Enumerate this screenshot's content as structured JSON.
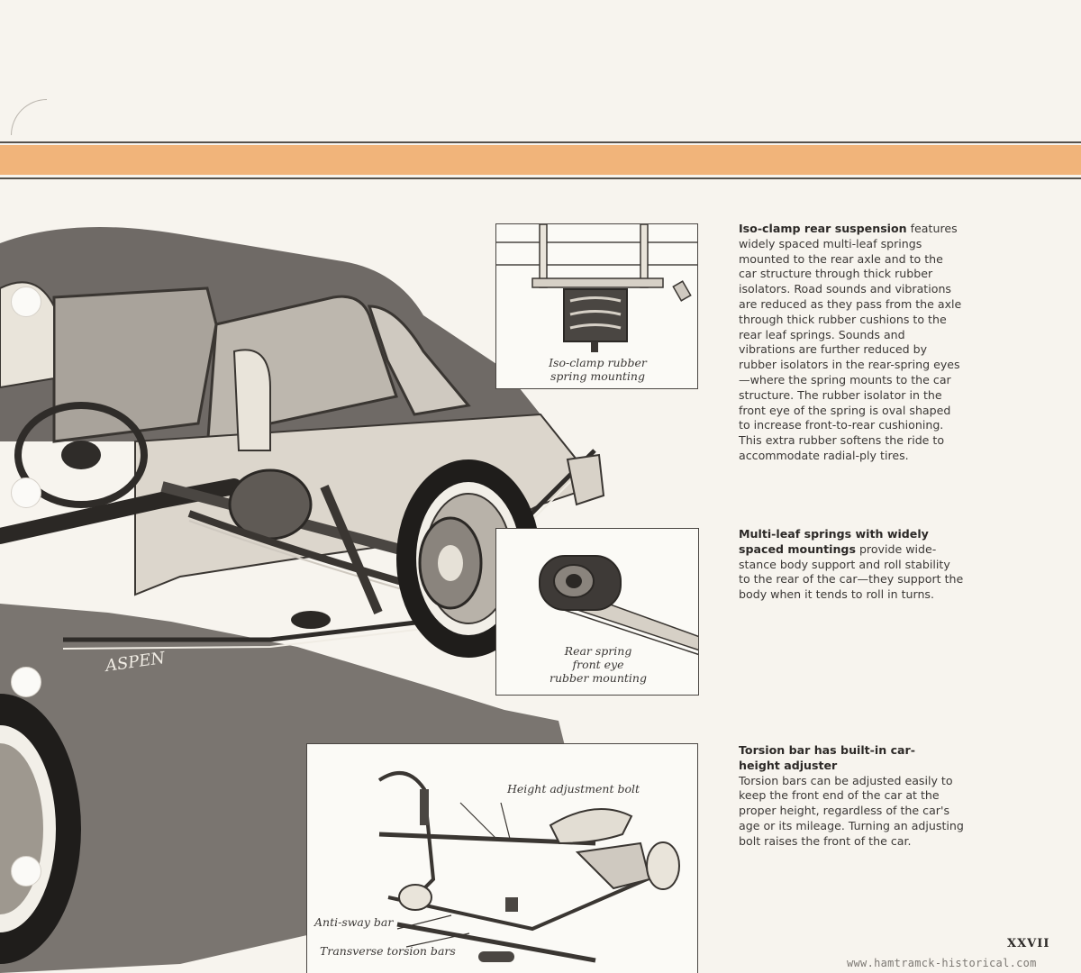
{
  "sections": [
    {
      "lead": "Iso-clamp rear suspension",
      "body": " features widely spaced multi-leaf springs mounted to the rear axle and to the car structure through thick rubber isolators. Road sounds and vibrations are reduced as they pass from the axle through thick rubber cushions to the rear leaf springs. Sounds and vibrations are further reduced by rubber isolators in the rear-spring eyes—where the spring mounts to the car structure. The rubber isolator in the front eye of the spring is oval shaped to increase front-to-rear cushioning. This extra rubber softens the ride to accommodate radial-ply tires."
    },
    {
      "lead": "Multi-leaf springs with widely spaced mountings",
      "body": " provide wide-stance body support and roll stability to the rear of the car—they support the body when it tends to roll in turns."
    },
    {
      "lead": "Torsion bar has built-in car-height adjuster",
      "body": "Torsion bars can be adjusted easily to keep the front end of the car at the proper height, regardless of the car's age or its mileage. Turning an adjusting bolt raises the front of the car."
    }
  ],
  "insets": {
    "iso_clamp": {
      "caption_1": "Iso-clamp rubber",
      "caption_2": "spring mounting"
    },
    "rear_spring": {
      "caption_1": "Rear spring",
      "caption_2": "front eye",
      "caption_3": "rubber mounting"
    },
    "torsion": {
      "label_height": "Height adjustment bolt",
      "label_antisway": "Anti-sway bar",
      "label_torsion": "Transverse torsion bars"
    }
  },
  "car": {
    "badge": "ASPEN"
  },
  "page_number": "XXVII",
  "watermark": "www.hamtramck-historical.com",
  "colors": {
    "band": "#f1b47a",
    "rule": "#56524d",
    "paper": "#f7f4ee"
  }
}
